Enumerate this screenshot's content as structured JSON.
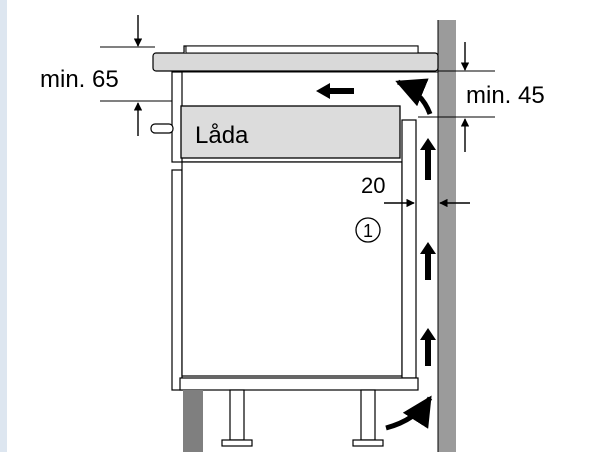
{
  "labels": {
    "top_gap": "min. 65",
    "right_gap": "min. 45",
    "drawer": "Låda",
    "side_gap": "20",
    "marker": "1"
  },
  "colors": {
    "stroke": "#000000",
    "panel_fill": "#ffffff",
    "drawer_fill": "#dcdcdc",
    "counter_fill": "#d9d9d9",
    "wall_fill": "#9b9b9b",
    "left_edge_fill": "#dde6f0",
    "plinth_fill": "#7f7f7f"
  }
}
